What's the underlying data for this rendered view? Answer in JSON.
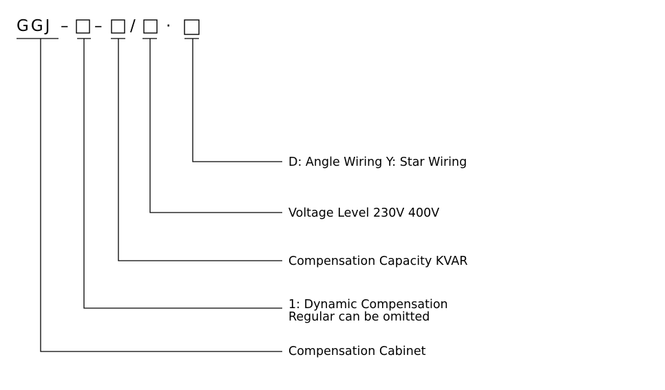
{
  "model_code": {
    "prefix": "GGJ",
    "dash_1": "–",
    "dash_2": "–",
    "slash": "/",
    "dot": "·"
  },
  "labels": {
    "wiring": "D: Angle Wiring Y: Star Wiring",
    "voltage": "Voltage Level 230V 400V",
    "capacity": "Compensation Capacity KVAR",
    "dynamic_line1": "1: Dynamic Compensation",
    "dynamic_line2": "Regular can be omitted",
    "cabinet": "Compensation Cabinet"
  }
}
